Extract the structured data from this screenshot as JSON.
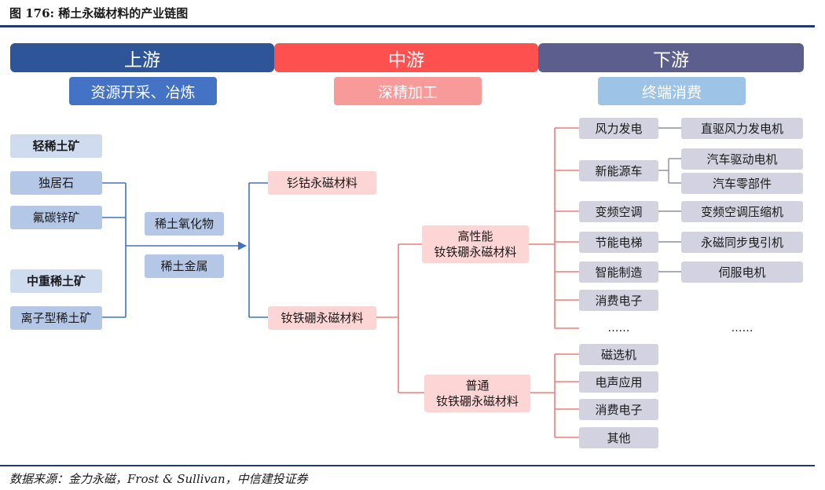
{
  "figure_title": "图 176: 稀土永磁材料的产业链图",
  "source": "数据来源：金力永磁，Frost & Sullivan，中信建投证券",
  "colors": {
    "upstream": "#2e5597",
    "midstream": "#ff5050",
    "downstream": "#5c5e8e",
    "upstream_sub": "#4472c4",
    "midstream_sub": "#f99a9a",
    "downstream_sub": "#9dc3e6",
    "blue_line": "#4472c4",
    "red_line": "#f07c7c",
    "rule": "#1f3b6b"
  },
  "headers": {
    "upstream": "上游",
    "midstream": "中游",
    "downstream": "下游"
  },
  "subheaders": {
    "upstream": "资源开采、冶炼",
    "midstream": "深精加工",
    "downstream": "终端消费"
  },
  "upstream": {
    "light_title": "轻稀土矿",
    "light_items": [
      "独居石",
      "氟碳锌矿"
    ],
    "heavy_title": "中重稀土矿",
    "heavy_items": [
      "离子型稀土矿"
    ],
    "products": [
      "稀土氧化物",
      "稀土金属"
    ]
  },
  "midstream": {
    "smco": "钐钴永磁材料",
    "ndfeb": "钕铁硼永磁材料",
    "high_perf": [
      "高性能",
      "钕铁硼永磁材料"
    ],
    "ordinary": [
      "普通",
      "钕铁硼永磁材料"
    ]
  },
  "downstream": {
    "high_apps": [
      "风力发电",
      "新能源车",
      "变频空调",
      "节能电梯",
      "智能制造",
      "消费电子",
      "……"
    ],
    "high_uses": [
      "直驱风力发电机",
      "汽车驱动电机",
      "汽车零部件",
      "变频空调压缩机",
      "永磁同步曳引机",
      "伺服电机",
      "……"
    ],
    "ordinary_apps": [
      "磁选机",
      "电声应用",
      "消费电子",
      "其他"
    ]
  }
}
